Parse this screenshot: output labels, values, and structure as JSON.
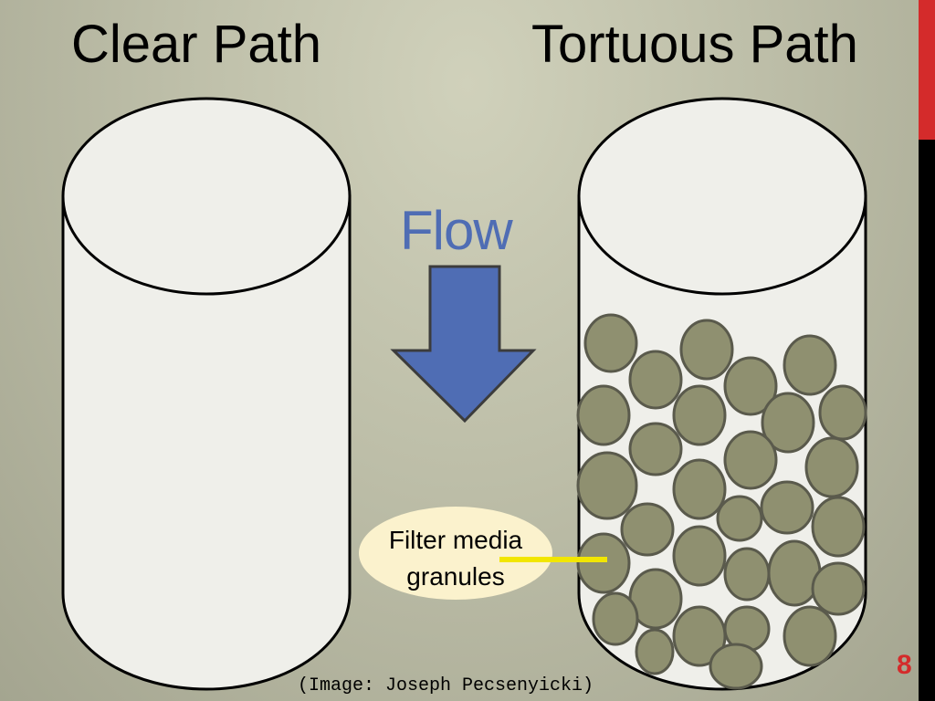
{
  "titles": {
    "left": "Clear Path",
    "right": "Tortuous Path"
  },
  "flow": {
    "label": "Flow",
    "arrow_color": "#4f6db4"
  },
  "callout": {
    "line1": "Filter media",
    "line2": "granules",
    "pointer_color": "#f2e600"
  },
  "credit": "(Image: Joseph Pecsenyicki)",
  "page_number": "8",
  "colors": {
    "cylinder_fill": "#efefea",
    "granule_fill": "#8f9070",
    "granule_stroke": "#5a5a4c",
    "accent_red": "#d42b2b"
  }
}
